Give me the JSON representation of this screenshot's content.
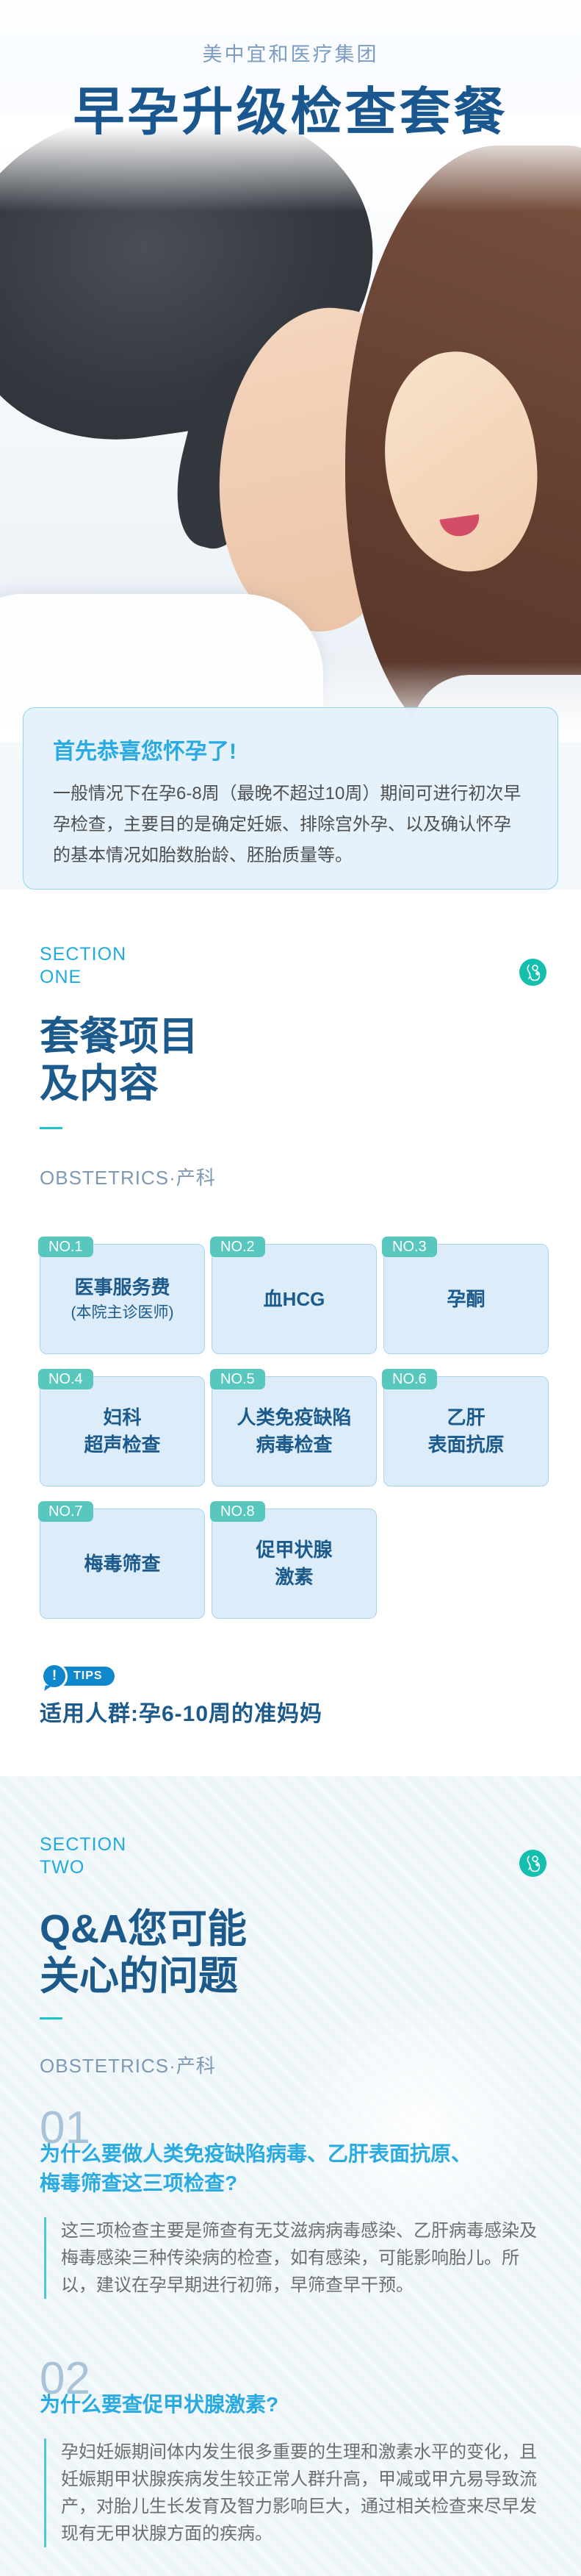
{
  "header": {
    "brand": "美中宜和医疗集团",
    "title": "早孕升级检查套餐"
  },
  "intro": {
    "title": "首先恭喜您怀孕了!",
    "body": "一般情况下在孕6-8周（最晚不超过10周）期间可进行初次早孕检查，主要目的是确定妊娠、排除宫外孕、以及确认怀孕的基本情况如胎数胎龄、胚胎质量等。"
  },
  "section_one": {
    "eyebrow_line1": "SECTION",
    "eyebrow_line2": "ONE",
    "title_line1": "套餐项目",
    "title_line2": "及内容",
    "subtitle": "OBSTETRICS·产科",
    "items": [
      {
        "no": "NO.1",
        "line1": "医事服务费",
        "sub": "(本院主诊医师)"
      },
      {
        "no": "NO.2",
        "line1": "血HCG"
      },
      {
        "no": "NO.3",
        "line1": "孕酮"
      },
      {
        "no": "NO.4",
        "line1": "妇科",
        "line2": "超声检查"
      },
      {
        "no": "NO.5",
        "line1": "人类免疫缺陷",
        "line2": "病毒检查"
      },
      {
        "no": "NO.6",
        "line1": "乙肝",
        "line2": "表面抗原"
      },
      {
        "no": "NO.7",
        "line1": "梅毒筛查"
      },
      {
        "no": "NO.8",
        "line1": "促甲状腺",
        "line2": "激素"
      }
    ],
    "tips_exclamation": "!",
    "tips_label": "TIPS",
    "tips_text": "适用人群:孕6-10周的准妈妈"
  },
  "section_two": {
    "eyebrow_line1": "SECTION",
    "eyebrow_line2": "TWO",
    "title_line1": "Q&A您可能",
    "title_line2": "关心的问题",
    "subtitle": "OBSTETRICS·产科",
    "qa": [
      {
        "num": "01",
        "question_line1": "为什么要做人类免疫缺陷病毒、乙肝表面抗原、",
        "question_line2": "梅毒筛查这三项检查?",
        "answer": "这三项检查主要是筛查有无艾滋病病毒感染、乙肝病毒感染及梅毒感染三种传染病的检查，如有感染，可能影响胎儿。所以，建议在孕早期进行初筛，早筛查早干预。"
      },
      {
        "num": "02",
        "question_line1": "为什么要查促甲状腺激素?",
        "question_line2": "",
        "answer": "孕妇妊娠期间体内发生很多重要的生理和激素水平的变化，且妊娠期甲状腺疾病发生较正常人群升高，甲减或甲亢易导致流产，对胎儿生长发育及智力影响巨大，通过相关检查来尽早发现有无甲状腺方面的疾病。"
      }
    ]
  },
  "icons": {
    "section_badge": "pregnant-woman-icon",
    "tips_badge": "exclamation-icon"
  },
  "colors": {
    "dark_blue": "#1c5a8c",
    "accent_cyan": "#29abe2",
    "eyebrow_cyan": "#1faae0",
    "teal_icon": "#14bfae",
    "tag_teal": "#58c8be",
    "tips_blue": "#0e87cc",
    "card_bg": "#dcedf9",
    "section_two_bg": "#eff6f9"
  }
}
